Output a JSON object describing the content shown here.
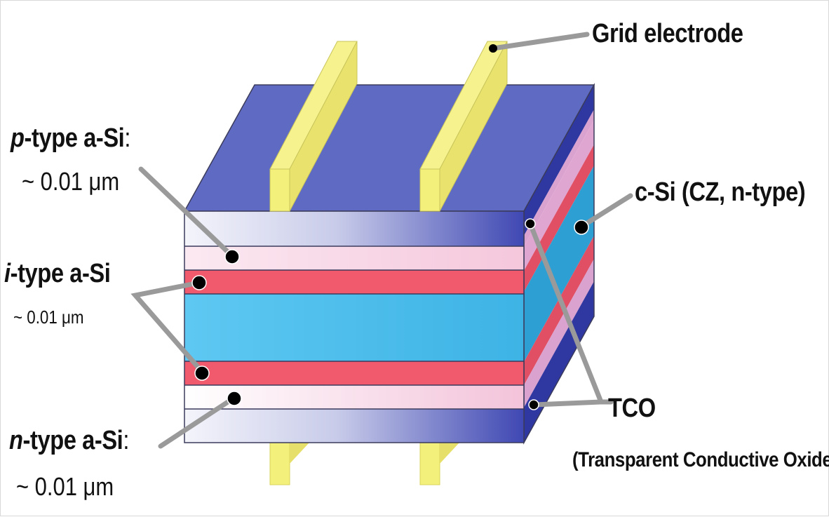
{
  "labels": {
    "grid_electrode": "Grid electrode",
    "p_layer": {
      "prefix": "p",
      "rest": "-type a-Si",
      "colon": ":",
      "thickness": "~ 0.01 μm"
    },
    "i_layer": {
      "prefix": "i",
      "rest": "-type a-Si",
      "thickness": "~ 0.01 μm"
    },
    "n_layer": {
      "prefix": "n",
      "rest": "-type a-Si",
      "colon": ":",
      "thickness": "~ 0.01 μm"
    },
    "c_si": "c-Si (CZ, n-type)",
    "tco": "TCO",
    "tco_full": "(Transparent Conductive Oxide)"
  },
  "colors": {
    "top_face": "#5f6ac2",
    "right_face": "#2f37a0",
    "tco": "#3f48b3",
    "p_n_layer": "#f7cde0",
    "i_layer": "#f15a6c",
    "c_si": "#3fb5e6",
    "grid_electrode": "#f4f07c",
    "leader_line": "#999999"
  }
}
